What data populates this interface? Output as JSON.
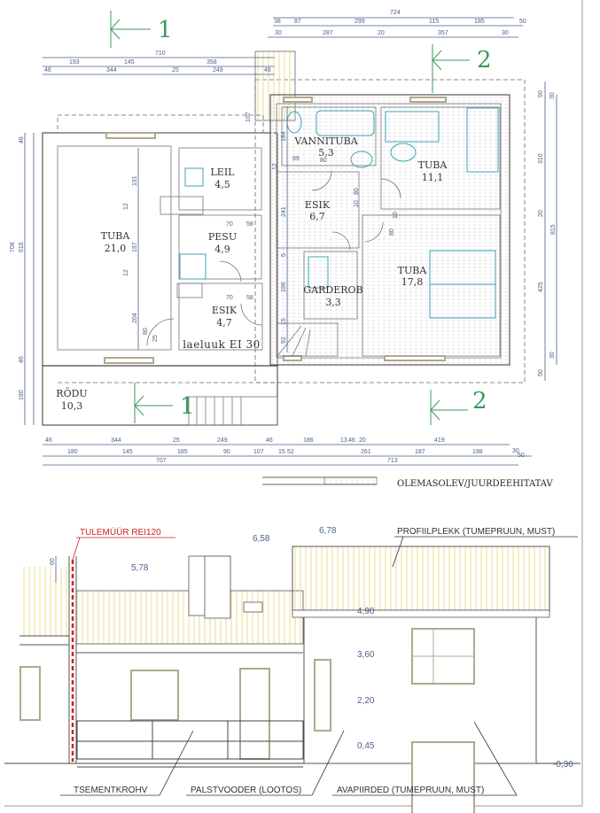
{
  "sections": {
    "one": "1",
    "two": "2"
  },
  "top_dims": {
    "total": "724",
    "row1": [
      "38",
      "87",
      "299",
      "115",
      "185"
    ],
    "row1_extra": "50",
    "row2": [
      "30",
      "287",
      "20",
      "357",
      "30"
    ]
  },
  "left_top_dims": {
    "total": "710",
    "row1": [
      "193",
      "145",
      "358"
    ],
    "row2": [
      "46",
      "344",
      "25",
      "249",
      "46"
    ]
  },
  "left_side_dims": {
    "total": "708",
    "parts": [
      "46",
      "616",
      "46",
      "190"
    ]
  },
  "right_side_dims": {
    "total": "815",
    "parts": [
      "50",
      "30",
      "310",
      "20",
      "425",
      "30",
      "50"
    ]
  },
  "inner_dims": {
    "tuba_v": [
      "191",
      "12",
      "197",
      "12",
      "204"
    ],
    "door_80": "80",
    "door_25": "25",
    "pesu_h": [
      "70",
      "58"
    ],
    "esik_h": [
      "70",
      "58"
    ],
    "hall_v": [
      "107",
      "184",
      "12",
      "241",
      "5",
      "196",
      "15",
      "92"
    ],
    "vanni_h": [
      "89",
      "80"
    ],
    "right_doors": [
      "10",
      "80",
      "10",
      "80"
    ]
  },
  "bottom_dims": {
    "row1": [
      "46",
      "344",
      "25",
      "249",
      "46",
      "186",
      "13",
      "46",
      "20",
      "419"
    ],
    "row2": [
      "180",
      "145",
      "185",
      "90",
      "107",
      "15",
      "52",
      "261",
      "187",
      "198",
      "30",
      "50"
    ],
    "row3": [
      "707",
      "713"
    ]
  },
  "rooms": [
    {
      "name": "TUBA",
      "area": "21,0"
    },
    {
      "name": "LEIL",
      "area": "4,5"
    },
    {
      "name": "PESU",
      "area": "4,9"
    },
    {
      "name": "ESIK",
      "area": "4,7"
    },
    {
      "name": "RÕDU",
      "area": "10,3"
    },
    {
      "name": "VANNITUBA",
      "area": "5,3"
    },
    {
      "name": "TUBA",
      "area": "11,1"
    },
    {
      "name": "ESIK",
      "area": "6,7"
    },
    {
      "name": "TUBA",
      "area": "17,8"
    },
    {
      "name": "GARDEROB",
      "area": "3,3"
    }
  ],
  "hatch_note": "laeluuk EI 30",
  "legend": "OLEMASOLEV/JUURDEEHITATAV",
  "elevation": {
    "firewall": "TULEMÜÜR REI120",
    "firewall_dim": "60",
    "roofing": "PROFIILPLEKK (TUMEPRUUN, MUST)",
    "levels": [
      "6,58",
      "6,78",
      "5,78",
      "4,90",
      "3,60",
      "2,20",
      "0,45",
      "-0,30"
    ],
    "plaster": "TSEMENTKROHV",
    "cladding": "PALSTVOODER (LOOTOS)",
    "openings": "AVAPIIRDED (TUMEPRUUN, MUST)"
  },
  "colors": {
    "firewall": "#cc2222",
    "section": "#3a9a5a",
    "dims": "#4a5f8a",
    "furniture": "#3aa6b0",
    "roof_hatch": "#e8dc8a"
  }
}
